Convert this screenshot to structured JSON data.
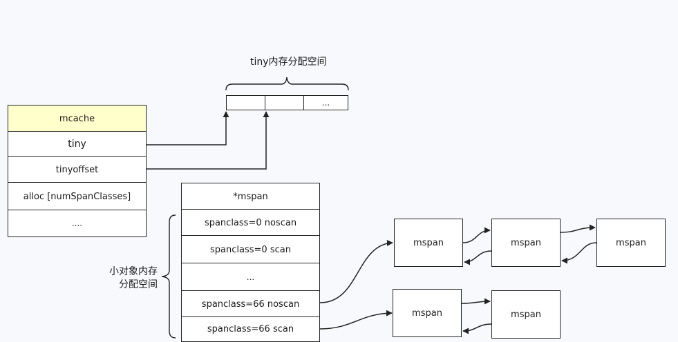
{
  "tiny_space": {
    "label": "tiny内存分配空间",
    "cells": [
      "",
      "",
      "..."
    ]
  },
  "mcache": {
    "title": "mcache",
    "fields": [
      "tiny",
      "tinyoffset",
      "alloc [numSpanClasses]",
      "...."
    ]
  },
  "mspan_array": {
    "title": "*mspan",
    "rows": [
      "spanclass=0 noscan",
      "spanclass=0 scan",
      "...",
      "spanclass=66 noscan",
      "spanclass=66 scan"
    ]
  },
  "small_object_label": [
    "小对象内存",
    "分配空间"
  ],
  "span_list_1": [
    "mspan",
    "mspan",
    "mspan"
  ],
  "span_list_2": [
    "mspan",
    "mspan"
  ]
}
